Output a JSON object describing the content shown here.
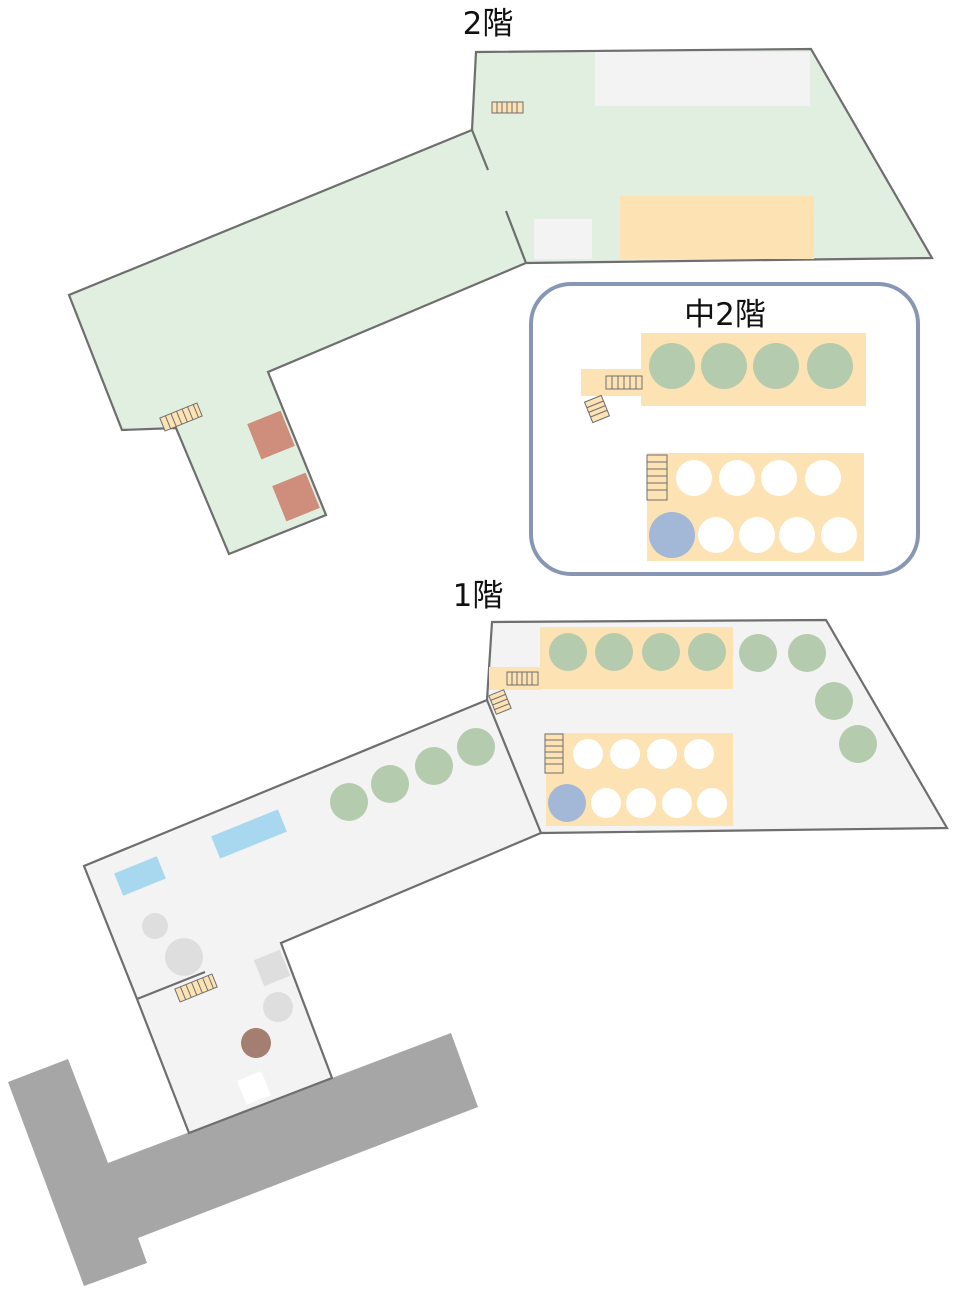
{
  "floors": {
    "second": {
      "label": "2階"
    },
    "mezzanine": {
      "label": "中2階"
    },
    "first": {
      "label": "1階"
    }
  },
  "colors": {
    "floor2": "#e0efdf",
    "floor1": "#f3f3f3",
    "zone": "#fde3b4",
    "table_green": "#b5cbad",
    "table_white": "#ffffff",
    "table_blue": "#a3b8d6",
    "room_red": "#cf8e7c",
    "water_blue": "#a7d8ef",
    "building": "#a6a6a6",
    "mezz_border": "#8797b3"
  }
}
